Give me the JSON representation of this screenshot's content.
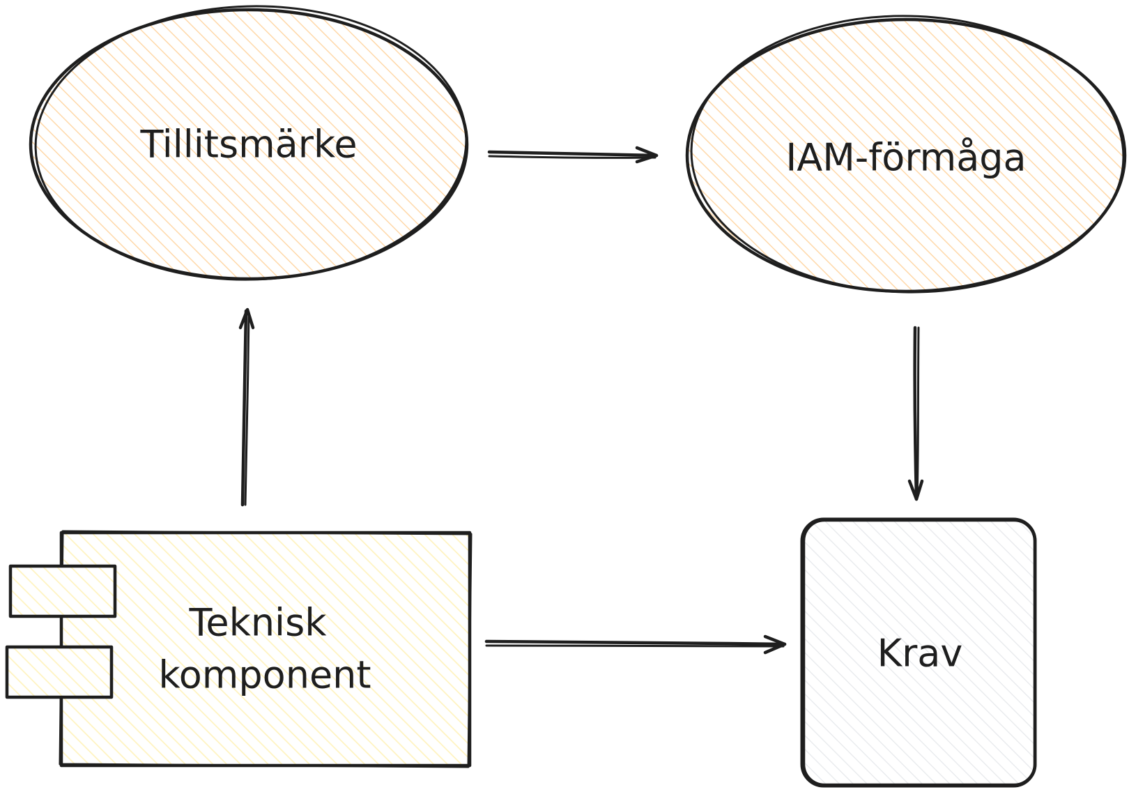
{
  "nodes": {
    "tillitsmarke": {
      "label": "Tillitsmärke",
      "fill": "#ffd8a8"
    },
    "iam": {
      "label": "IAM-förmåga",
      "fill": "#ffd8a8"
    },
    "teknisk": {
      "label_line1": "Teknisk",
      "label_line2": "komponent",
      "fill": "#fff3bf"
    },
    "krav": {
      "label": "Krav",
      "fill": "#dee2e6"
    }
  },
  "colors": {
    "stroke": "#1e1e1e",
    "background": "#ffffff"
  }
}
